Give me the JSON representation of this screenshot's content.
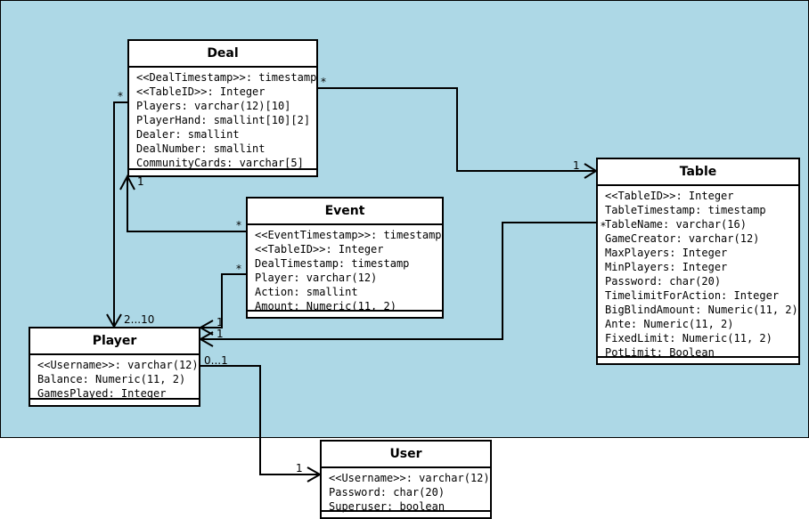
{
  "classes": {
    "deal": {
      "name": "Deal",
      "attributes": [
        "<<DealTimestamp>>: timestamp",
        "<<TableID>>: Integer",
        "Players: varchar(12)[10]",
        "PlayerHand: smallint[10][2]",
        "Dealer: smallint",
        "DealNumber: smallint",
        "CommunityCards: varchar[5]"
      ]
    },
    "table": {
      "name": "Table",
      "attributes": [
        "<<TableID>>: Integer",
        "TableTimestamp: timestamp",
        "TableName: varchar(16)",
        "GameCreator: varchar(12)",
        "MaxPlayers: Integer",
        "MinPlayers: Integer",
        "Password: char(20)",
        "TimelimitForAction: Integer",
        "BigBlindAmount: Numeric(11, 2)",
        "Ante: Numeric(11, 2)",
        "FixedLimit: Numeric(11, 2)",
        "PotLimit: Boolean"
      ]
    },
    "event": {
      "name": "Event",
      "attributes": [
        "<<EventTimestamp>>: timestamp",
        "<<TableID>>: Integer",
        "DealTimestamp: timestamp",
        "Player: varchar(12)",
        "Action: smallint",
        "Amount: Numeric(11, 2)"
      ]
    },
    "player": {
      "name": "Player",
      "attributes": [
        "<<Username>>: varchar(12)",
        "Balance: Numeric(11, 2)",
        "GamesPlayed: Integer"
      ]
    },
    "user": {
      "name": "User",
      "attributes": [
        "<<Username>>: varchar(12)",
        "Password: char(20)",
        "Superuser: boolean"
      ]
    }
  },
  "multiplicities": {
    "deal_table_src": "*",
    "deal_table_dst": "1",
    "deal_player_src": "*",
    "deal_player_dst": "2...10",
    "event_deal_src": "*",
    "event_deal_dst": "1",
    "event_player_src": "*",
    "event_player_dst": "1",
    "table_player_src": "*",
    "table_player_dst": "1",
    "player_user_src": "0...1",
    "player_user_dst": "1"
  }
}
